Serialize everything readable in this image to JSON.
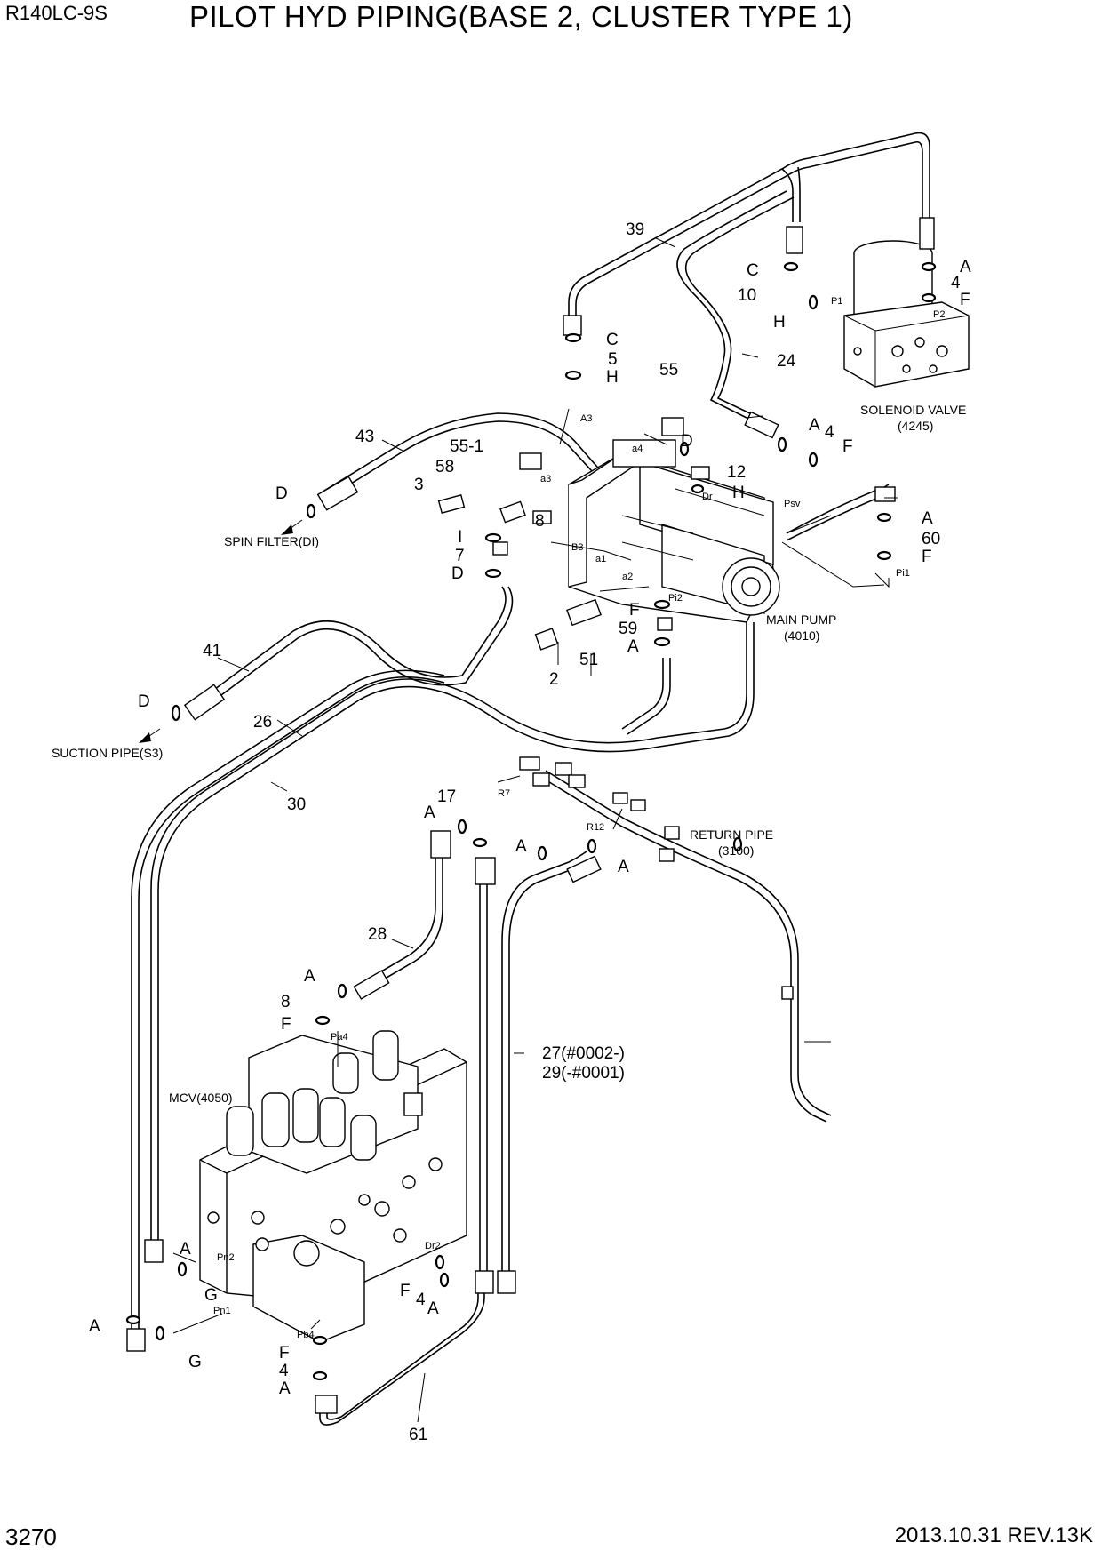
{
  "header": {
    "model": "R140LC-9S",
    "title": "PILOT HYD PIPING(BASE 2, CLUSTER TYPE 1)"
  },
  "footer": {
    "page_number": "3270",
    "date_rev": "2013.10.31  REV.13K"
  },
  "components": {
    "solenoid_valve": "SOLENOID VALVE",
    "solenoid_valve_no": "(4245)",
    "main_pump": "MAIN PUMP",
    "main_pump_no": "(4010)",
    "return_pipe": "RETURN PIPE",
    "return_pipe_no": "(3100)",
    "mcv": "MCV(4050)",
    "spin_filter": "SPIN FILTER(DI)",
    "suction_pipe": "SUCTION PIPE(S3)"
  },
  "part_labels": {
    "p39": "39",
    "p24": "24",
    "p43": "43",
    "p55": "55",
    "p55_1": "55-1",
    "p58": "58",
    "p3": "3",
    "p8a": "8",
    "p12": "12",
    "p41": "41",
    "p26": "26",
    "p30": "30",
    "p51": "51",
    "p2": "2",
    "p59": "59",
    "p60": "60",
    "p10": "10",
    "p5": "5",
    "p7": "7",
    "p4a": "4",
    "p4b": "4",
    "p17": "17",
    "p28": "28",
    "p8b": "8",
    "p27": "27(#0002-)",
    "p29": "29(-#0001)",
    "p61": "61",
    "p4c": "4",
    "p4d": "4"
  },
  "letter_labels": {
    "A": "A",
    "C": "C",
    "D": "D",
    "F": "F",
    "G": "G",
    "H": "H",
    "I": "I"
  },
  "port_labels": {
    "P1": "P1",
    "P2": "P2",
    "A3": "A3",
    "a4": "a4",
    "a3": "a3",
    "Dr": "Dr",
    "Psv": "Psv",
    "B3": "B3",
    "a1": "a1",
    "a2": "a2",
    "Pi2": "Pi2",
    "Pi1": "Pi1",
    "R7": "R7",
    "R12": "R12",
    "Pa4": "Pa4",
    "Pn2": "Pn2",
    "Pn1": "Pn1",
    "Pb4": "Pb4",
    "Dr2": "Dr2"
  }
}
